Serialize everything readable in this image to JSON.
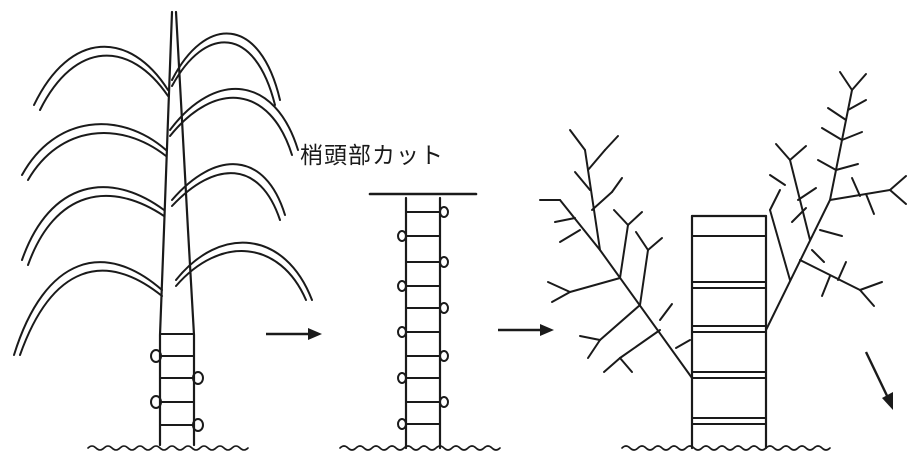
{
  "caption": "梢頭部カット",
  "colors": {
    "ink": "#1a1a1a",
    "background": "#ffffff"
  },
  "stages": [
    "sugarcane-plant",
    "cut-stem",
    "branching-stem"
  ]
}
